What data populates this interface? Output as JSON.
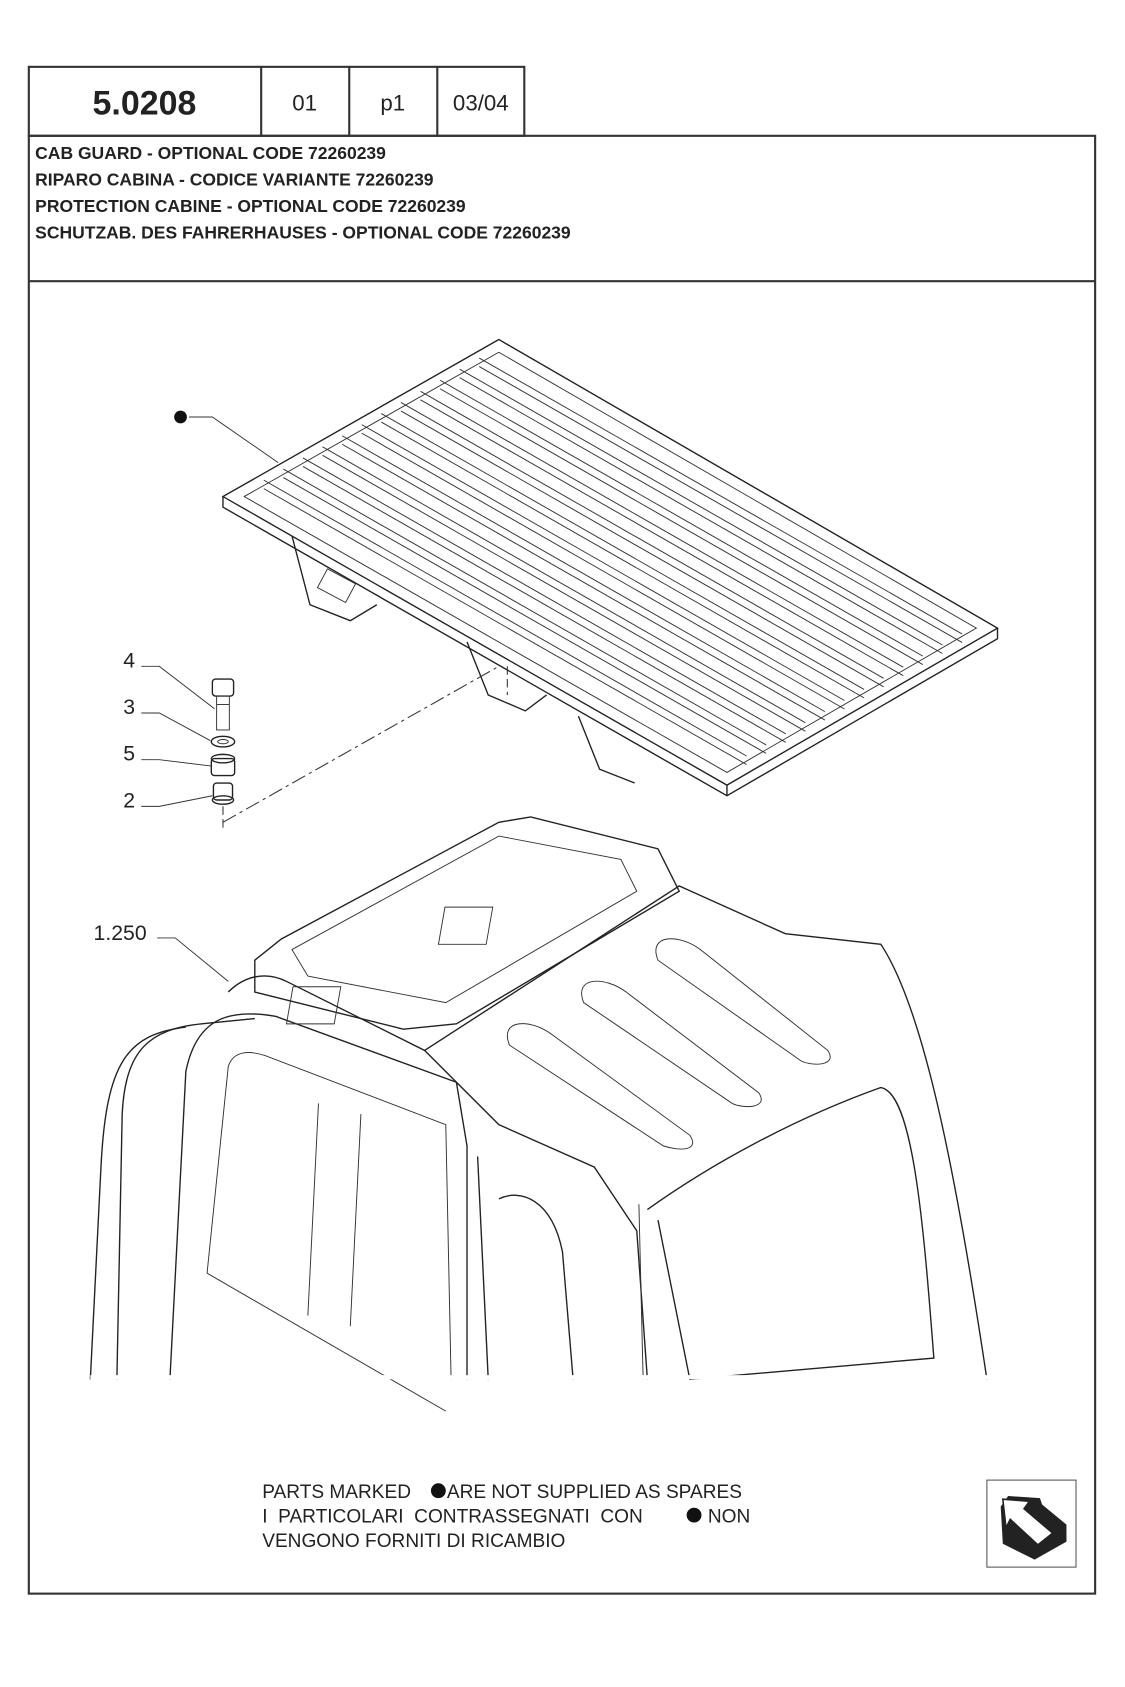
{
  "header": {
    "section_code": "5.0208",
    "revision": "01",
    "page": "p1",
    "date": "03/04"
  },
  "titles": [
    "CAB GUARD - OPTIONAL CODE 72260239",
    "RIPARO CABINA - CODICE VARIANTE 72260239",
    "PROTECTION CABINE - OPTIONAL CODE 72260239",
    "SCHUTZAB. DES FAHRERHAUSES - OPTIONAL CODE 72260239"
  ],
  "callouts": {
    "bolt": "4",
    "washer": "3",
    "spacer": "5",
    "bush": "2",
    "cab_ref": "1.250"
  },
  "note": {
    "line1_a": "PARTS MARKED",
    "line1_b": "ARE NOT SUPPLIED AS SPARES",
    "line2_a": "I  PARTICOLARI  CONTRASSEGNATI  CON",
    "line2_b": "NON",
    "line3": "VENGONO FORNITI DI RICAMBIO"
  },
  "icons": {
    "not_supplied_marker": "filled-circle",
    "navigation": "arrow-back-icon"
  }
}
